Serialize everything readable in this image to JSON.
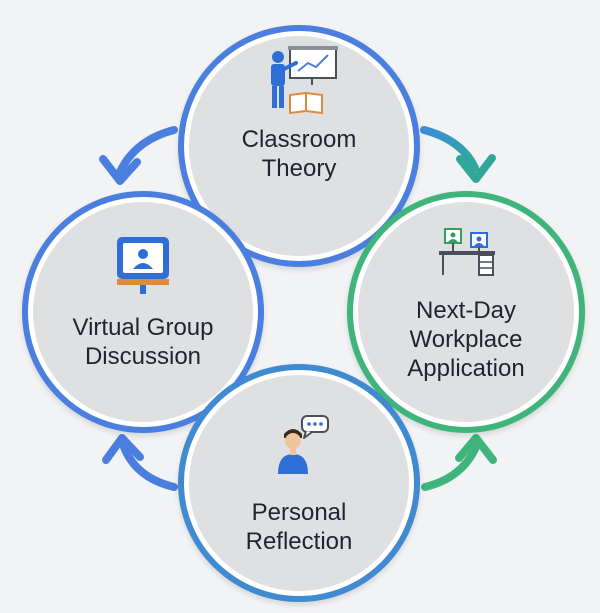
{
  "diagram": {
    "nodes": {
      "classroom": {
        "line1": "Classroom",
        "line2": "Theory",
        "color": "#4a7fe0",
        "icon": "teacher-whiteboard-icon"
      },
      "workplace": {
        "line1": "Next-Day",
        "line2": "Workplace",
        "line3": "Application",
        "color": "#3fb57c",
        "icon": "office-desk-computer-icon"
      },
      "reflection": {
        "line1": "Personal",
        "line2": "Reflection",
        "color": "#3f8ad0",
        "icon": "person-thinking-speech-bubble-icon"
      },
      "virtual": {
        "line1": "Virtual Group",
        "line2": "Discussion",
        "color": "#4a7fe0",
        "icon": "monitor-video-call-icon"
      }
    },
    "arrow_colors": {
      "top_left": "#4a7fe0",
      "top_right": "#2fa2a5",
      "bottom_right": "#3fb57c",
      "bottom_left": "#4a7fe0"
    }
  }
}
